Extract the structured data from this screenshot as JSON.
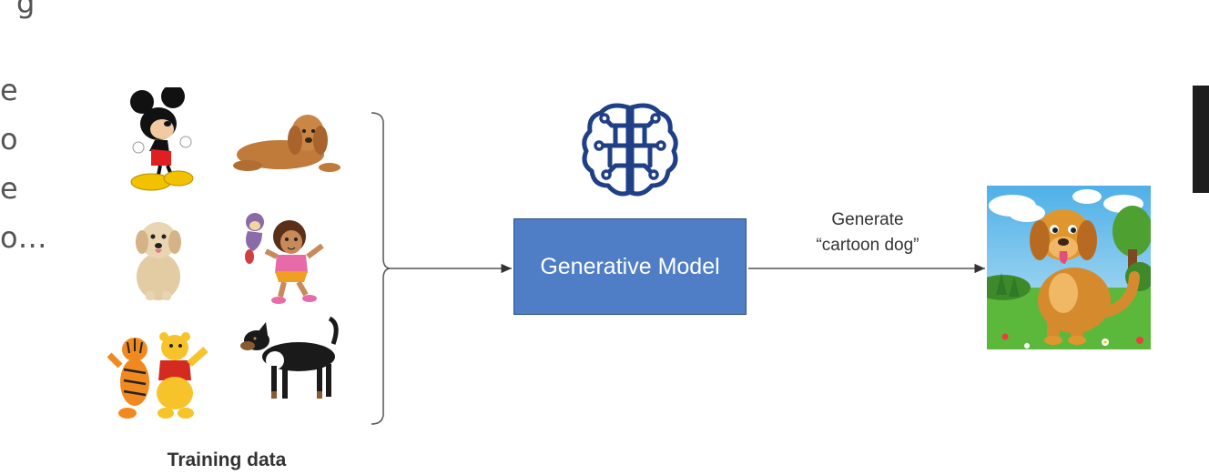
{
  "slide": {
    "title_fragment": "g",
    "left_lines": [
      "e",
      "o",
      "e",
      "o…"
    ]
  },
  "training": {
    "caption": "Training data",
    "images": [
      "mickey-mouse-image",
      "spaniel-puppy-image",
      "golden-puppy-image",
      "dora-and-boots-image",
      "tigger-and-pooh-image",
      "black-dog-image"
    ]
  },
  "model": {
    "icon": "brain-circuit-icon",
    "label": "Generative Model",
    "accent": "#4f7ec7"
  },
  "action": {
    "line1": "Generate",
    "line2": "“cartoon dog”"
  },
  "output": {
    "image": "cartoon-dog-image"
  }
}
